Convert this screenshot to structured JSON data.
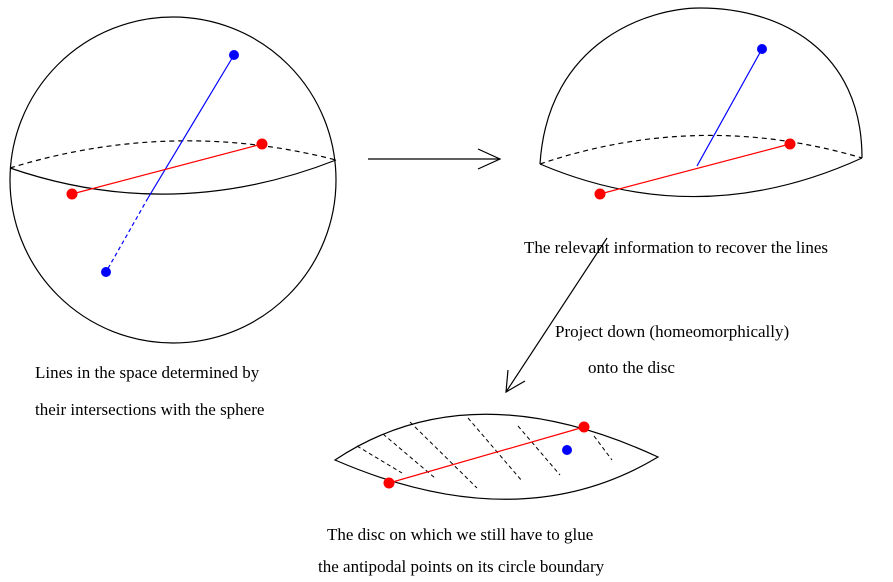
{
  "colors": {
    "line": "#000000",
    "blue": "#0000ff",
    "red": "#ff0000",
    "background": "#ffffff"
  },
  "captions": {
    "sphere_line1": "Lines in the space determined by",
    "sphere_line2": "their intersections with the sphere",
    "hemisphere": "The relevant information to recover the lines",
    "project_line1": "Project down (homeomorphically)",
    "project_line2": "onto the disc",
    "disc_line1": "The disc on which we still have to glue",
    "disc_line2": "the antipodal points on its circle boundary"
  }
}
